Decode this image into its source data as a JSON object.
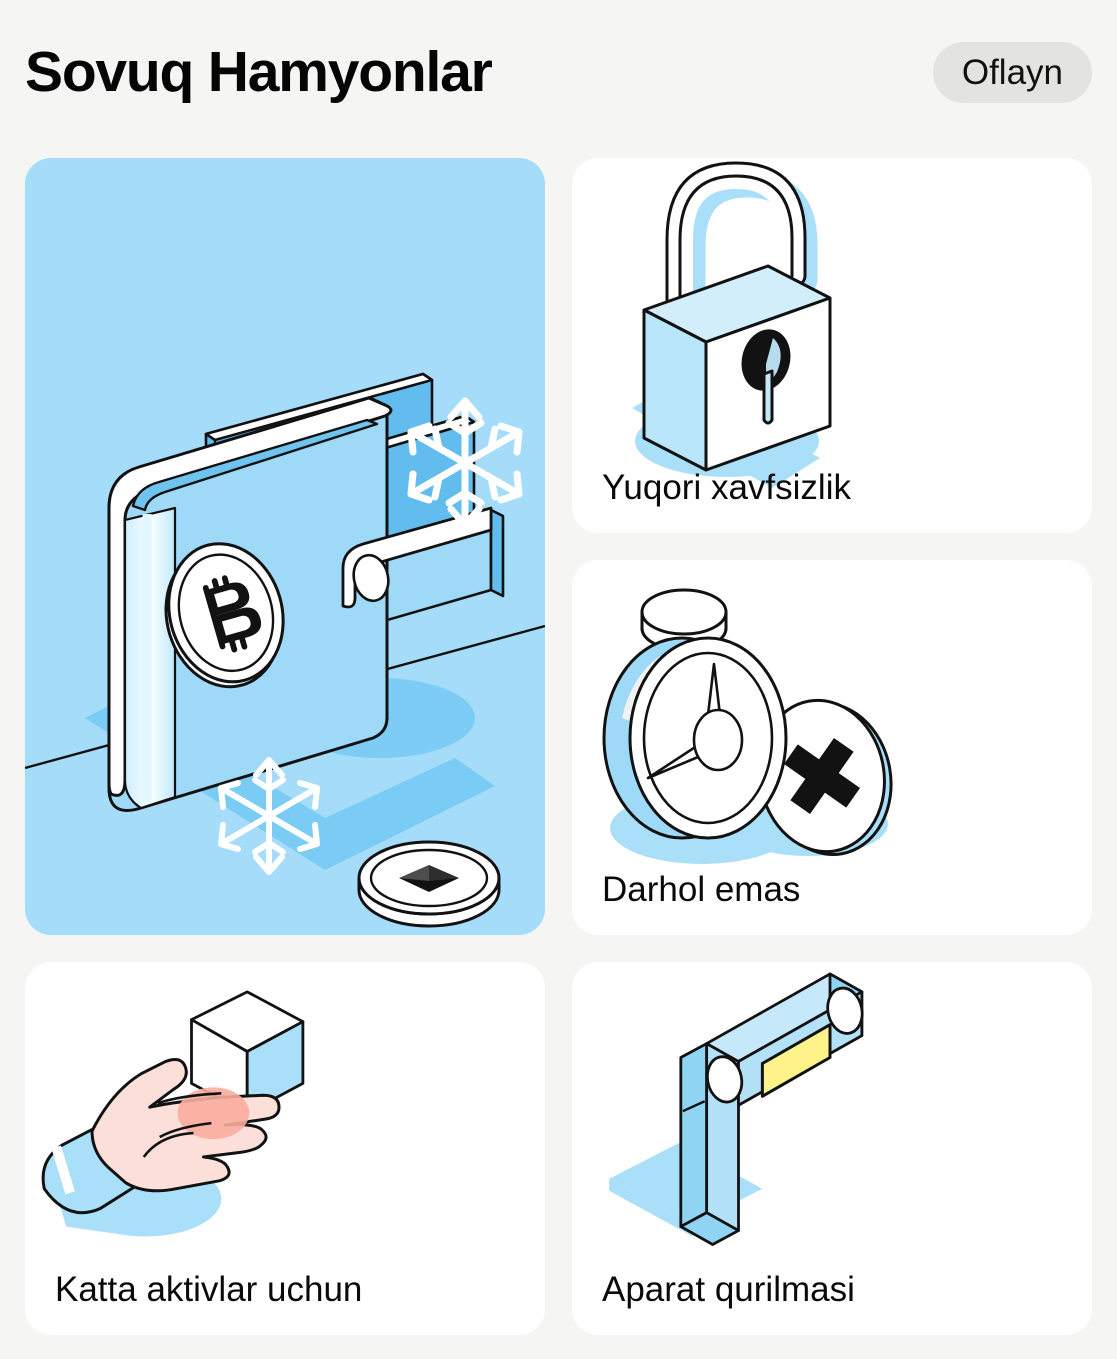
{
  "header": {
    "title": "Sovuq Hamyonlar",
    "status_badge": "Oflayn"
  },
  "colors": {
    "page_background": "#f5f5f4",
    "card_background": "#ffffff",
    "hero_background": "#a4dcf9",
    "accent_blue": "#b3e2f8",
    "accent_blue_deep": "#6ec4ef",
    "badge_background": "#e3e3e2",
    "screen_yellow": "#fdf38a",
    "skin": "#fcdfd8",
    "skin_shadow": "#f9ada0",
    "stroke": "#121212",
    "text": "#0a0a0a"
  },
  "cards": [
    {
      "id": "cold-wallet-hero",
      "icon": "cold-wallet-illustration",
      "label": "",
      "background": "#a4dcf9",
      "art_items": [
        "wallet",
        "bitcoin-coin",
        "ethereum-coin",
        "snowflake-large",
        "snowflake-small"
      ]
    },
    {
      "id": "high-security",
      "icon": "padlock-illustration",
      "label": "Yuqori xavfsizlik",
      "background": "#ffffff"
    },
    {
      "id": "not-instant",
      "icon": "stopwatch-illustration",
      "label": "Darhol emas",
      "background": "#ffffff"
    },
    {
      "id": "large-assets",
      "icon": "hand-holding-cube-illustration",
      "label": "Katta aktivlar uchun",
      "background": "#ffffff"
    },
    {
      "id": "hardware-device",
      "icon": "hardware-wallet-illustration",
      "label": "Aparat qurilmasi",
      "background": "#ffffff"
    }
  ]
}
